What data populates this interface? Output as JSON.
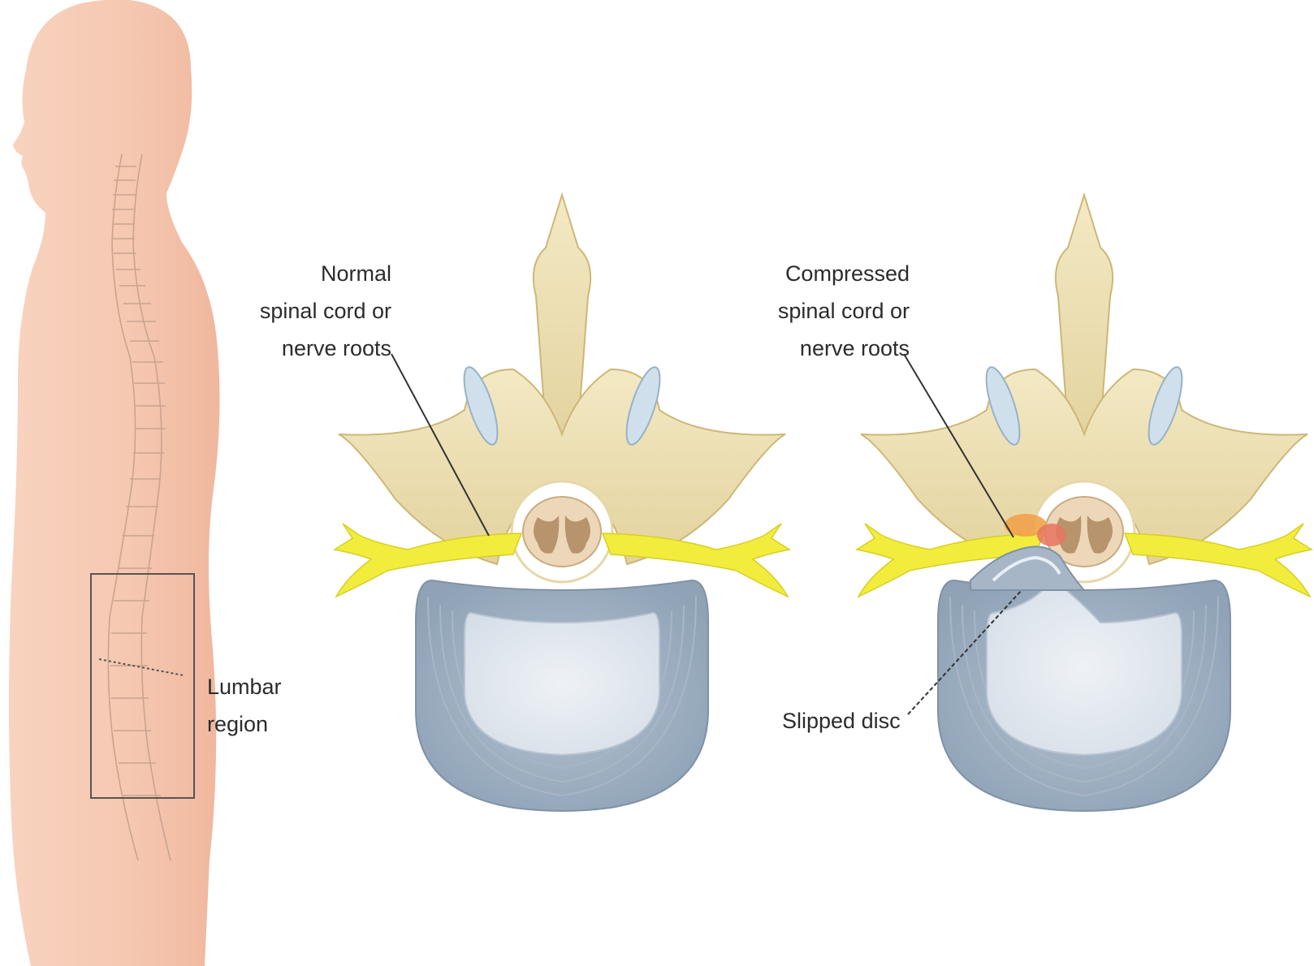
{
  "labels": {
    "normal": "Normal\nspinal cord or\nnerve roots",
    "compressed": "Compressed\nspinal cord or\nnerve roots",
    "lumbar": "Lumbar\nregion",
    "slipped": "Slipped disc"
  },
  "colors": {
    "background": "#ffffff",
    "skin": "#f6c9b2",
    "bone": "#efe3b8",
    "bone_outline": "#d8c48a",
    "nerve": "#f2ec3c",
    "disc_outer": "#97a9bb",
    "disc_inner": "#dfe6ee",
    "cartilage": "#cfe0ec",
    "cord": "#b89a78",
    "inflammation": "#e87560",
    "text": "#2b2b2b"
  },
  "icons": {
    "figure": "human-silhouette",
    "vertebra_normal": "vertebra-cross-section",
    "vertebra_herniated": "vertebra-herniated-disc"
  }
}
